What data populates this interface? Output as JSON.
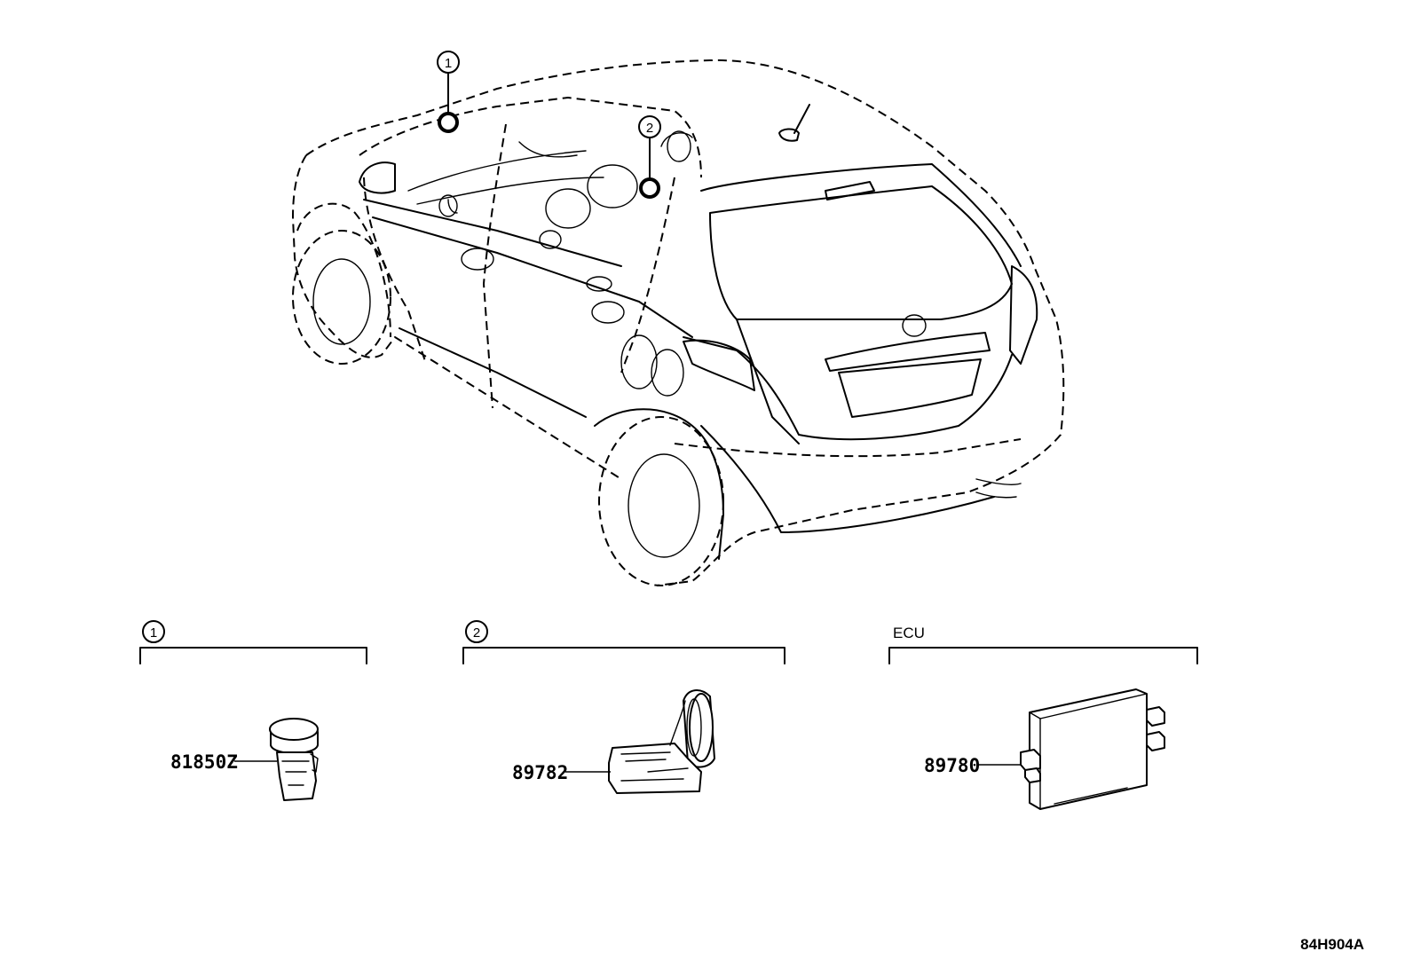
{
  "callouts": {
    "one": "1",
    "two": "2"
  },
  "groups": {
    "group1_label": "1",
    "group2_label": "2",
    "group3_label": "ECU"
  },
  "parts": {
    "part1": "81850Z",
    "part2": "89782",
    "part3": "89780"
  },
  "figure_code": "84H904A"
}
